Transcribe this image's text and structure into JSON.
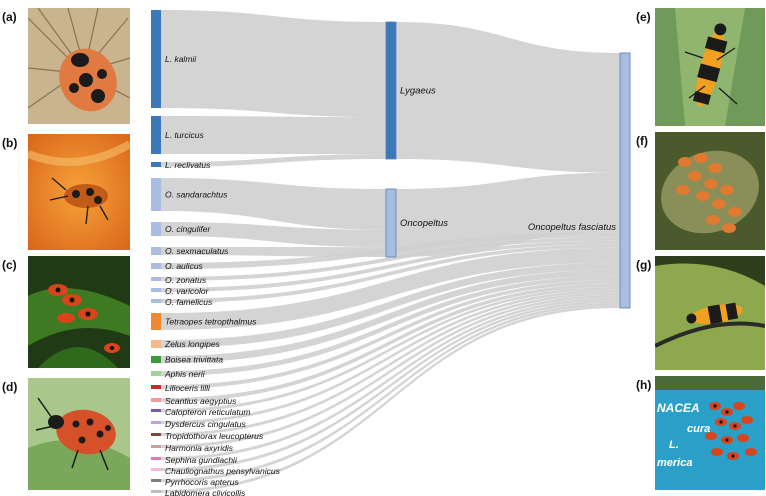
{
  "panel_labels": {
    "a": "(a)",
    "b": "(b)",
    "c": "(c)",
    "d": "(d)",
    "e": "(e)",
    "f": "(f)",
    "g": "(g)",
    "h": "(h)"
  },
  "photo_descriptions": {
    "a": "red-black beetle on dried flower",
    "b": "milkweed bug nymphs on orange petal",
    "c": "red bugs clustered on green leaves",
    "d": "red spotted longhorn beetle",
    "e": "black and orange milkweed bug on leaf",
    "f": "cluster of orange nymphs on seed pod",
    "g": "orange and black bug on leaf",
    "h": "bugs on blue sign"
  },
  "sign_text": [
    "NACEA",
    "cura",
    "L.",
    "merica"
  ],
  "diagram": {
    "target": {
      "label": "Oncopeltus fasciatus",
      "color": "#a9bde0"
    },
    "genera": [
      {
        "id": "lygaeus",
        "label": "Lygaeus",
        "color": "#3b78b8"
      },
      {
        "id": "oncopeltus",
        "label": "Oncopeltus",
        "color": "#a9bde0"
      }
    ],
    "species": [
      {
        "label": "L. kalmii",
        "value": 10,
        "color": "#3b78b8",
        "genus": "lygaeus"
      },
      {
        "label": "L. turcicus",
        "value": 5.5,
        "color": "#3b78b8",
        "genus": "lygaeus"
      },
      {
        "label": "L. reclivatus",
        "value": 0.8,
        "color": "#3b78b8",
        "genus": "lygaeus"
      },
      {
        "label": "O. sandarachtus",
        "value": 5,
        "color": "#a9bde0",
        "genus": "oncopeltus"
      },
      {
        "label": "O. cingulifer",
        "value": 2.2,
        "color": "#a9bde0",
        "genus": "oncopeltus"
      },
      {
        "label": "O. sexmaculatus",
        "value": 1.2,
        "color": "#a9bde0",
        "genus": "oncopeltus"
      },
      {
        "label": "O. aulicus",
        "value": 0.7,
        "color": "#a9bde0",
        "genus": null
      },
      {
        "label": "O. zonatus",
        "value": 0.5,
        "color": "#a9bde0",
        "genus": null
      },
      {
        "label": "O. varicolor",
        "value": 0.5,
        "color": "#a9bde0",
        "genus": null
      },
      {
        "label": "O. famelicus",
        "value": 0.5,
        "color": "#a9bde0",
        "genus": null
      },
      {
        "label": "Tetraopes tetropthalmus",
        "value": 2.4,
        "color": "#f08a32",
        "genus": null
      },
      {
        "label": "Zelus longipes",
        "value": 1.0,
        "color": "#f6b98a",
        "genus": null
      },
      {
        "label": "Boisea trivittata",
        "value": 0.9,
        "color": "#3d9a3d",
        "genus": null
      },
      {
        "label": "Aphis nerii",
        "value": 0.7,
        "color": "#9fd49a",
        "genus": null
      },
      {
        "label": "Lilioceris lilli",
        "value": 0.4,
        "color": "#c8282c",
        "genus": null
      },
      {
        "label": "Scantius aegyptius",
        "value": 0.4,
        "color": "#f19a9a",
        "genus": null
      },
      {
        "label": "Calopteron reticulatum",
        "value": 0.35,
        "color": "#7a56a6",
        "genus": null
      },
      {
        "label": "Dysdercus cingulatus",
        "value": 0.35,
        "color": "#b9a6d6",
        "genus": null
      },
      {
        "label": "Tropidothorax leucopterus",
        "value": 0.35,
        "color": "#7a4a3a",
        "genus": null
      },
      {
        "label": "Harmonia axyridis",
        "value": 0.35,
        "color": "#c8a296",
        "genus": null
      },
      {
        "label": "Sephina gundlachii",
        "value": 0.35,
        "color": "#d97bb8",
        "genus": null
      },
      {
        "label": "Chauliognathus pensylvanicus",
        "value": 0.35,
        "color": "#f0b9da",
        "genus": null
      },
      {
        "label": "Pyrrhocoris apterus",
        "value": 0.35,
        "color": "#7f7f7f",
        "genus": null
      },
      {
        "label": "Labidomera clivicollis",
        "value": 0.35,
        "color": "#bdbdbd",
        "genus": null
      }
    ]
  }
}
